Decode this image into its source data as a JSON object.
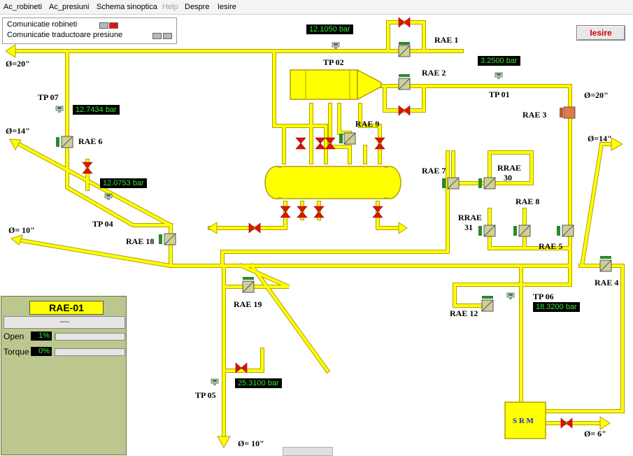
{
  "menu": [
    "Ac_robineti",
    "Ac_presiuni",
    "Schema sinoptica",
    "Help",
    "Despre",
    "Iesire"
  ],
  "legend": {
    "valves_comm": "Comunicatie robineti",
    "sensors_comm": "Comunicatie traductoare  presiune"
  },
  "exit_button": "Iesire",
  "readouts": {
    "tp02": "12.1050 bar",
    "tp01": "3.2500 bar",
    "tp07": "12.7434 bar",
    "tp04": "12.0753 bar",
    "tp06": "18.3200 bar",
    "tp05": "25.3100 bar"
  },
  "labels": {
    "rae1": "RAE 1",
    "rae2": "RAE 2",
    "rae3": "RAE 3",
    "rae4": "RAE 4",
    "rae5": "RAE 5",
    "rae6": "RAE 6",
    "rae7": "RAE 7",
    "rae8": "RAE 8",
    "rae9": "RAE 9",
    "rae12": "RAE 12",
    "rae18": "RAE 18",
    "rae19": "RAE 19",
    "rrae_a": "RRAE",
    "rrae_30": "30",
    "rrae_b": "RRAE",
    "rrae_31": "31",
    "tp01": "TP 01",
    "tp02": "TP 02",
    "tp04": "TP 04",
    "tp05": "TP 05",
    "tp06": "TP 06",
    "tp07": "TP 07",
    "srm": "S R M",
    "d20_left": "Ø=20\"",
    "d20_right": "Ø=20\"",
    "d14_left": "Ø=14\"",
    "d14_right": "Ø=14\"",
    "d10_left": "Ø= 10\"",
    "d10_bottom": "Ø= 10\"",
    "d6": "Ø= 6\""
  },
  "panel": {
    "title": "RAE-01",
    "status": "----",
    "open_label": "Open",
    "open_value": "1%",
    "open_fraction": 0.01,
    "torque_label": "Torque",
    "torque_value": "0%",
    "torque_fraction": 0.0
  },
  "colors": {
    "pipe": "#ffff00",
    "pipe_outline": "#b0a000",
    "valve_red": "#e01010",
    "readout_bg": "#000000",
    "readout_text": "#39e239",
    "panel_bg": "#bcc78f"
  }
}
